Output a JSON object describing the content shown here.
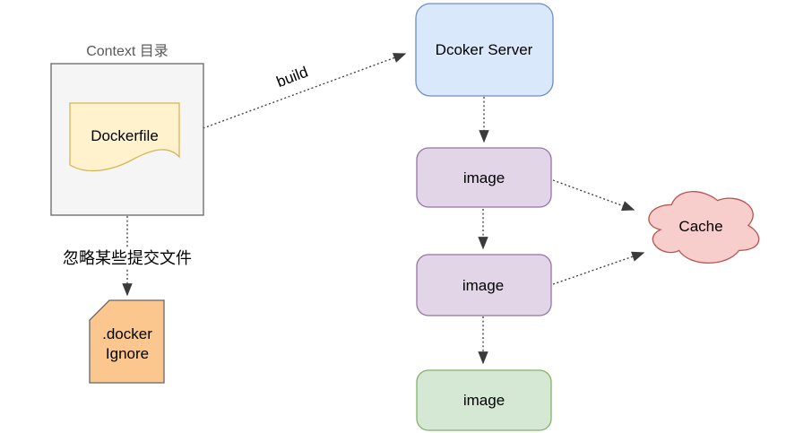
{
  "diagram": {
    "context_box": {
      "label": "Context 目录"
    },
    "dockerfile": {
      "label": "Dockerfile"
    },
    "build_edge": {
      "label": "build"
    },
    "server": {
      "label": "Dcoker Server"
    },
    "image_top": {
      "label": "image"
    },
    "image_middle": {
      "label": "image"
    },
    "image_final": {
      "label": "image"
    },
    "cache": {
      "label": "Cache"
    },
    "ignore_edge": {
      "label": "忽略某些提交文件"
    },
    "dockerignore": {
      "line1": ".docker",
      "line2": "Ignore"
    },
    "colors": {
      "context_fill": "#f5f5f5",
      "context_stroke": "#666666",
      "context_label_color": "#595959",
      "dockerfile_fill": "#fff2cc",
      "dockerfile_stroke": "#d6b656",
      "server_fill": "#dae8fc",
      "server_stroke": "#6c8ebf",
      "image_fill": "#e1d5e7",
      "image_stroke": "#9673a6",
      "final_image_fill": "#d5e8d4",
      "final_image_stroke": "#82b366",
      "cache_fill": "#f8cecc",
      "cache_stroke": "#b85450",
      "dockerignore_fill": "#fbc78e",
      "dockerignore_stroke": "#666666",
      "edge_color": "#3b3b3b",
      "label_color": "#000000"
    }
  }
}
